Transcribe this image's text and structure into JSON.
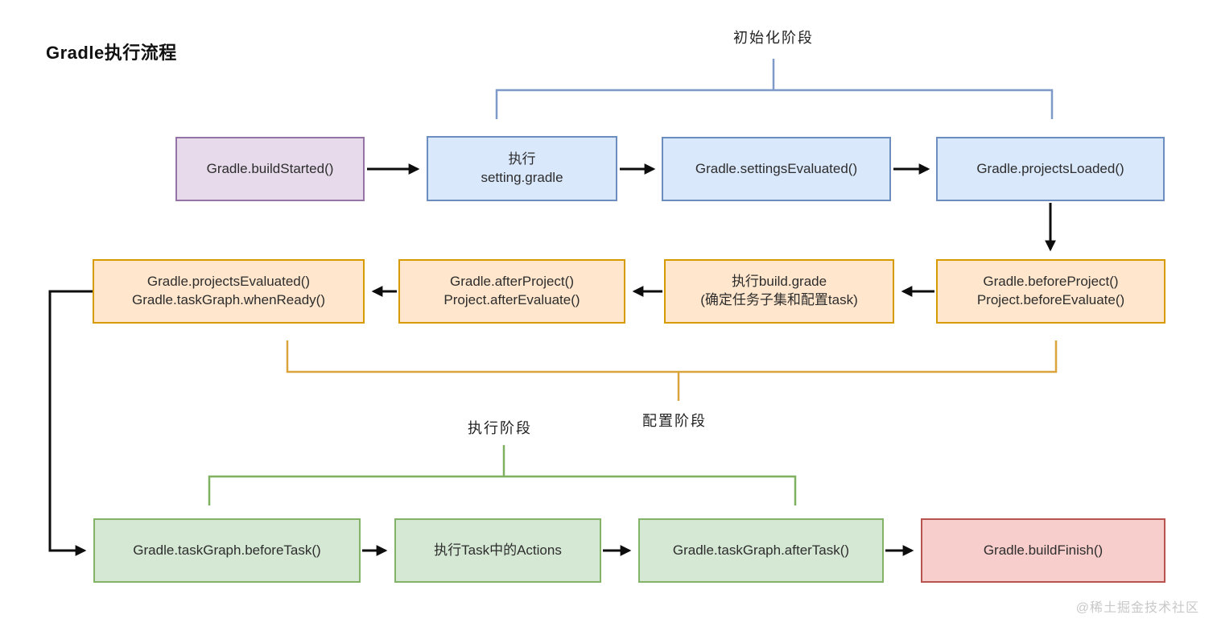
{
  "title": "Gradle执行流程",
  "watermark": "@稀土掘金技术社区",
  "phases": {
    "init": {
      "label": "初始化阶段"
    },
    "config": {
      "label": "配置阶段"
    },
    "exec": {
      "label": "执行阶段"
    }
  },
  "nodes": {
    "build_started": {
      "text": "Gradle.buildStarted()"
    },
    "exec_settings": {
      "text": "执行\nsetting.gradle"
    },
    "settings_evaluated": {
      "text": "Gradle.settingsEvaluated()"
    },
    "projects_loaded": {
      "text": "Gradle.projectsLoaded()"
    },
    "before_project": {
      "text": "Gradle.beforeProject()\nProject.beforeEvaluate()"
    },
    "exec_build_gradle": {
      "text": "执行build.grade\n(确定任务子集和配置task)"
    },
    "after_project": {
      "text": "Gradle.afterProject()\nProject.afterEvaluate()"
    },
    "projects_evaluated": {
      "text": "Gradle.projectsEvaluated()\nGradle.taskGraph.whenReady()"
    },
    "before_task": {
      "text": "Gradle.taskGraph.beforeTask()"
    },
    "exec_actions": {
      "text": "执行Task中的Actions"
    },
    "after_task": {
      "text": "Gradle.taskGraph.afterTask()"
    },
    "build_finish": {
      "text": "Gradle.buildFinish()"
    }
  },
  "colors": {
    "purple_fill": "#e6daeb",
    "purple_border": "#9673a6",
    "blue_fill": "#dae8fc",
    "blue_border": "#6c8ebf",
    "orange_fill": "#ffe6cc",
    "orange_border": "#d79b00",
    "green_fill": "#d5e8d4",
    "green_border": "#82b366",
    "red_fill": "#f8cecc",
    "red_border": "#b85450",
    "bracket_blue": "#7e9ac8",
    "bracket_orange": "#d9a43b",
    "bracket_green": "#7fb05f",
    "arrow": "#0d0d0d"
  }
}
